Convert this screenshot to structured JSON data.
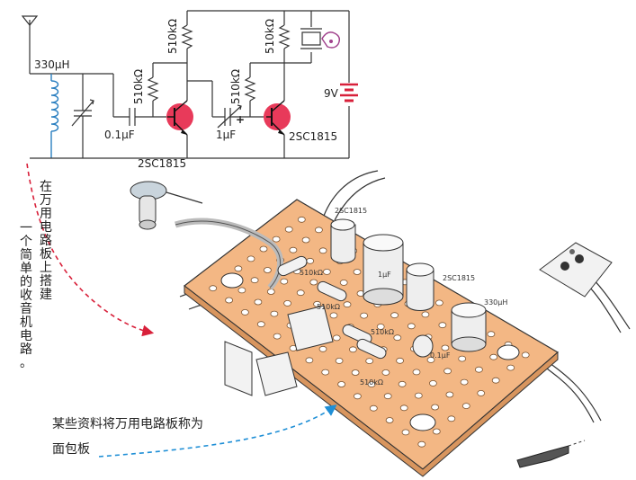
{
  "schematic": {
    "inductor_label": "330μH",
    "cap1_label": "0.1μF",
    "res_labels": [
      "510kΩ",
      "510kΩ",
      "510kΩ",
      "510kΩ"
    ],
    "transistor_label_1": "2SC1815",
    "transistor_label_2": "2SC1815",
    "cap2_label": "1μF",
    "battery_label": "9V",
    "plus_sign": "+"
  },
  "board": {
    "labels": {
      "transistor_1": "2SC1815",
      "transistor_2": "2SC1815",
      "cap_1uF": "1μF",
      "inductor": "330μH",
      "res_a": "510kΩ",
      "res_b": "510kΩ",
      "res_c": "510kΩ",
      "res_d": "510kΩ",
      "cap_01uF": "0.1μF"
    }
  },
  "captions": {
    "vertical_line_1": "在万用电路板上搭建",
    "vertical_line_2": "一个简单的收音机电路。",
    "bottom_line_1": "某些资料将万用电路板称为",
    "bottom_line_2": "面包板"
  },
  "colors": {
    "wire": "#333333",
    "coil": "#2a7fc0",
    "transistor": "#e83a5a",
    "battery": "#d8203a",
    "earphone": "#a0418c",
    "board": "#f3b784",
    "arrow_red": "#d8203a",
    "arrow_blue": "#1f8fd6"
  }
}
